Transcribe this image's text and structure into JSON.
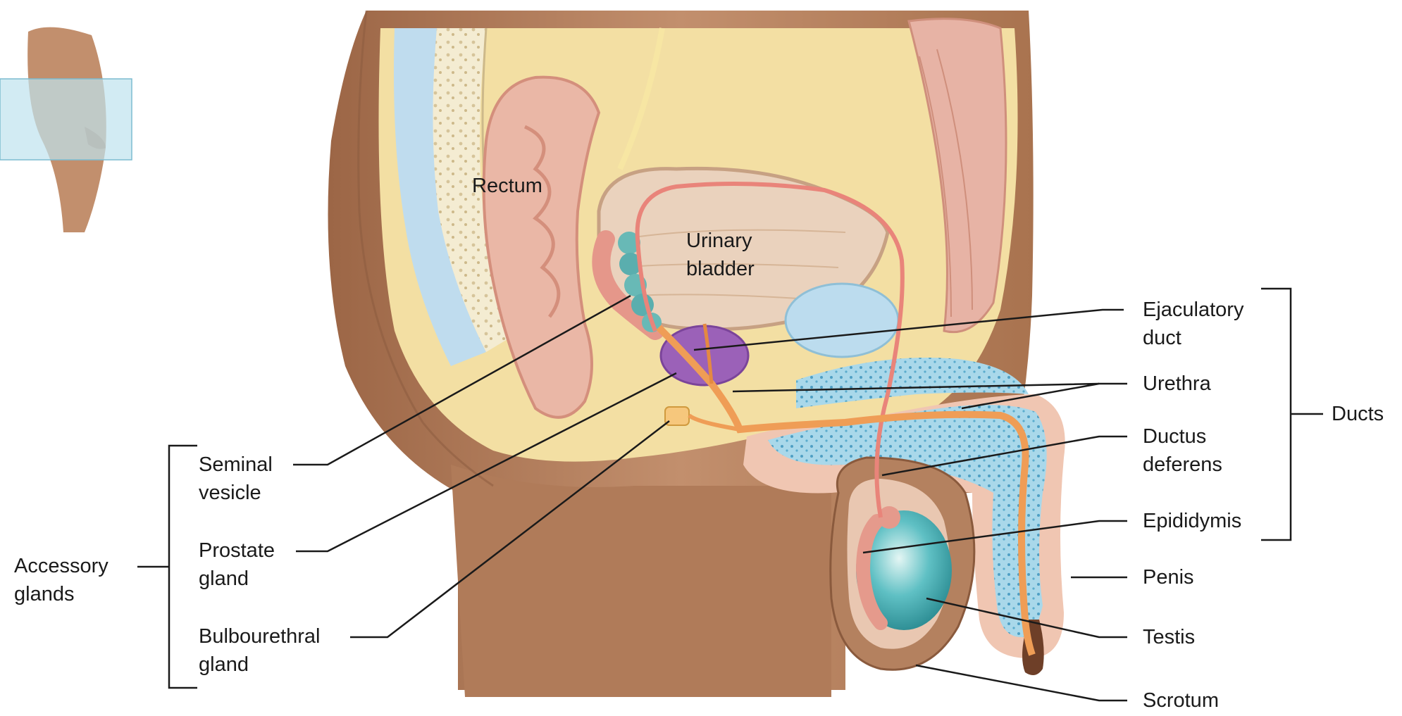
{
  "labels": {
    "rectum": "Rectum",
    "urinary_bladder": [
      "Urinary",
      "bladder"
    ],
    "ejaculatory_duct": [
      "Ejaculatory",
      "duct"
    ],
    "urethra": "Urethra",
    "ductus_deferens": [
      "Ductus",
      "deferens"
    ],
    "epididymis": "Epididymis",
    "penis": "Penis",
    "testis": "Testis",
    "scrotum": "Scrotum",
    "ducts": "Ducts",
    "seminal_vesicle": [
      "Seminal",
      "vesicle"
    ],
    "prostate_gland": [
      "Prostate",
      "gland"
    ],
    "bulbourethral_gland": [
      "Bulbourethral",
      "gland"
    ],
    "accessory_glands": [
      "Accessory",
      "glands"
    ]
  },
  "colors": {
    "skin": "#b98564",
    "skin_dark": "#8a5a3d",
    "fat": "#f3dfa3",
    "bladder": "#ead2bd",
    "rectum": "#eab7a6",
    "seminal_vesicle": "#68b9b6",
    "prostate": "#9b61b8",
    "erectile_tissue": "#a9d8ea",
    "testis": "#4fb6bd",
    "epididymis": "#e59a8c",
    "duct": "#ef9d56",
    "leader_line": "#1a1a1a"
  }
}
